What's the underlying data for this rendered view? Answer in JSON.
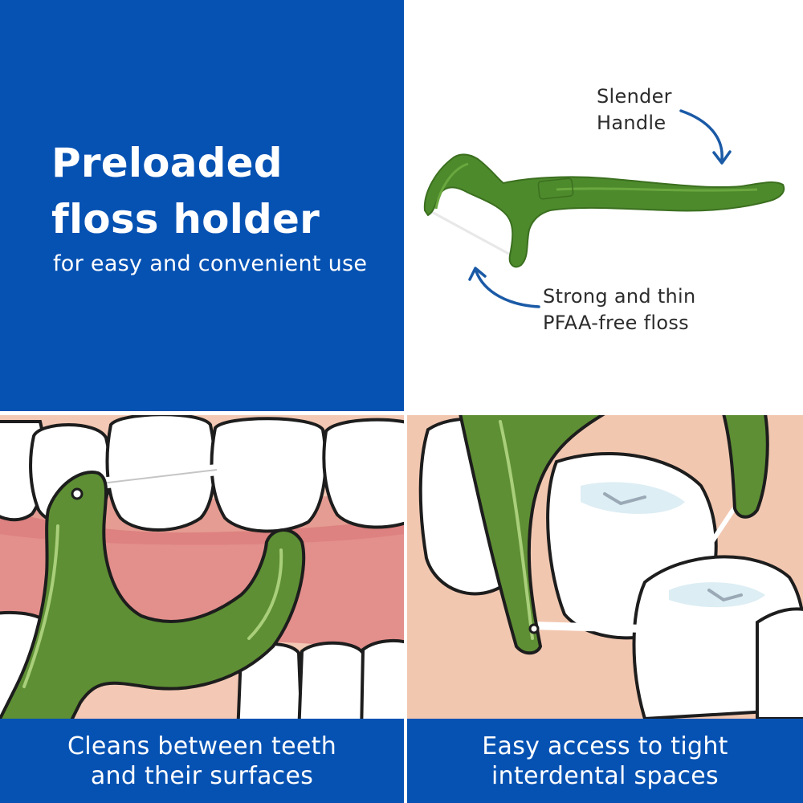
{
  "hero": {
    "title_line1": "Preloaded",
    "title_line2": "floss holder",
    "subtitle": "for easy and convenient use"
  },
  "product": {
    "callout_handle": [
      "Slender",
      "Handle"
    ],
    "callout_floss": [
      "Strong and thin",
      "PFAA-free floss"
    ]
  },
  "captions": {
    "left": [
      "Cleans between teeth",
      "and their surfaces"
    ],
    "right": [
      "Easy access to tight",
      "interdental spaces"
    ]
  },
  "colors": {
    "brand_blue": "#0652b3",
    "flosser_green": "#4d8a2c",
    "arrow_blue": "#1a5aa6",
    "gum_pink": "#e38f8c",
    "skin_peach": "#f2c7b0"
  }
}
